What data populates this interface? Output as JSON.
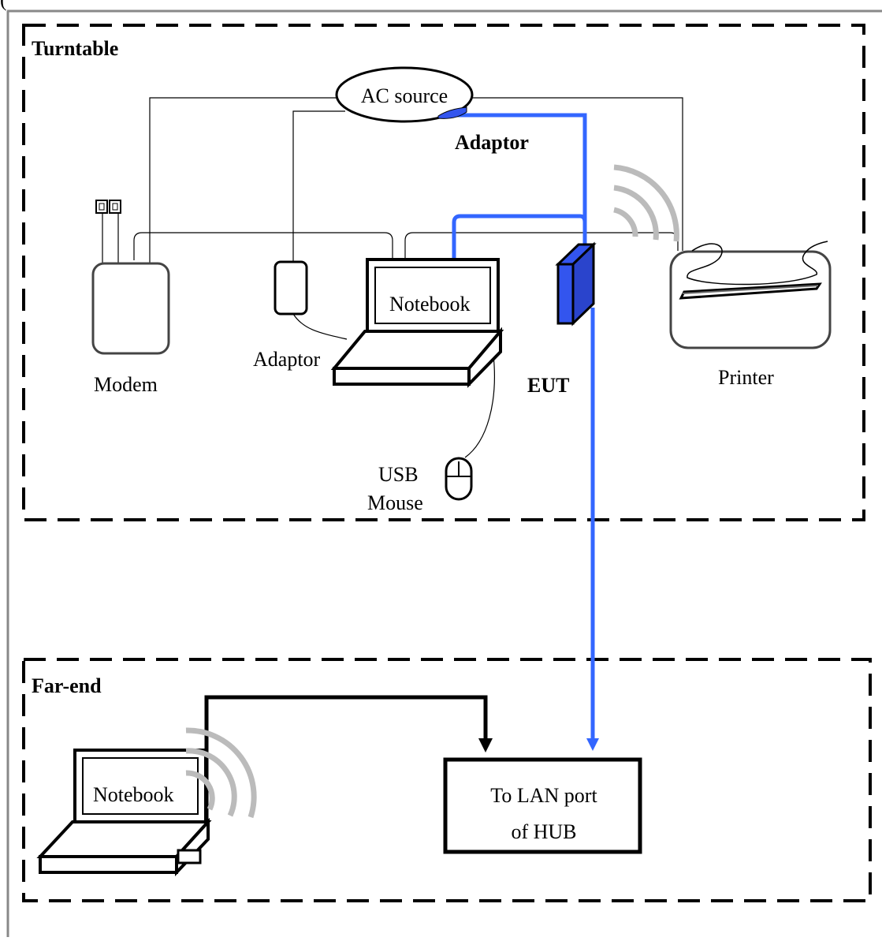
{
  "header_fragment": "(",
  "zones": {
    "turntable": "Turntable",
    "farend": "Far-end"
  },
  "labels": {
    "ac_source": "AC source",
    "adaptor_bold": "Adaptor",
    "modem": "Modem",
    "adaptor": "Adaptor",
    "notebook_top": "Notebook",
    "eut": "EUT",
    "printer": "Printer",
    "usb": "USB",
    "mouse": "Mouse",
    "notebook_far": "Notebook",
    "hub_line1": "To LAN port",
    "hub_line2": "of HUB"
  },
  "colors": {
    "eut_fill": "#3355ee",
    "cable_blue": "#3366ff",
    "wireless_gray": "#bbbbbb"
  }
}
